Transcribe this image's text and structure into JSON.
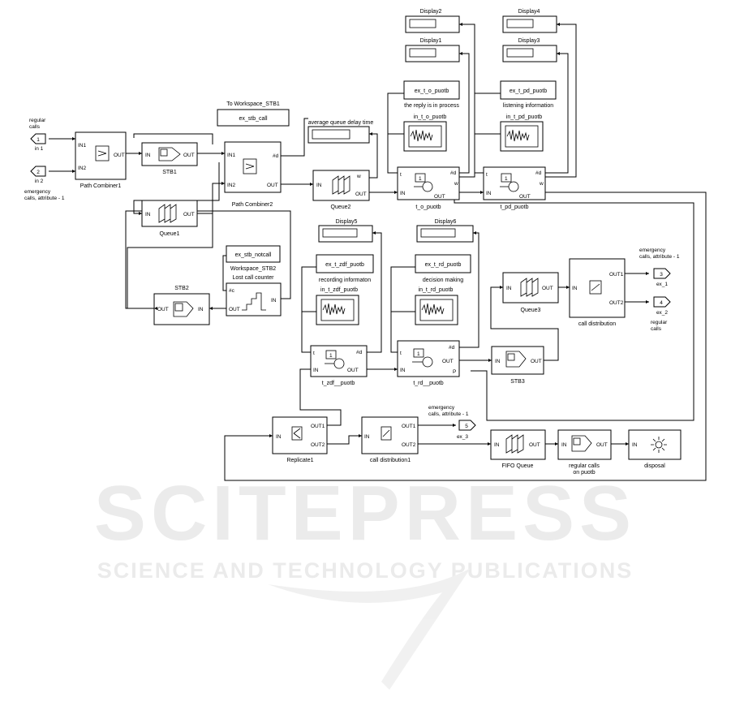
{
  "watermark": {
    "big": "SCITEPRESS",
    "small": "SCIENCE AND TECHNOLOGY PUBLICATIONS"
  },
  "annotations": {
    "regular_calls": [
      "regular",
      "calls"
    ],
    "emergency_calls_in": [
      "emergency",
      "calls, attribute - 1"
    ],
    "emergency_calls_out1": [
      "emergency",
      "calls, attribute - 1"
    ],
    "regular_calls_out2": [
      "regular",
      "calls"
    ],
    "emergency_calls_out3": [
      "emergency",
      "calls, attribute - 1"
    ]
  },
  "inports": [
    {
      "num": "1",
      "name": "in 1"
    },
    {
      "num": "2",
      "name": "in 2"
    }
  ],
  "outports": [
    {
      "num": "3",
      "name": "ex_1"
    },
    {
      "num": "4",
      "name": "ex_2"
    },
    {
      "num": "5",
      "name": "ex_3"
    }
  ],
  "blocks": {
    "path_combiner1": "Path Combiner1",
    "path_combiner2": "Path Combiner2",
    "stb1": "STB1",
    "stb2": "STB2",
    "stb3": "STB3",
    "queue1": "Queue1",
    "queue2": "Queue2",
    "queue3": "Queue3",
    "fifo_queue": "FIFO Queue",
    "t_o_puotb": "t_o_puotb",
    "t_pd_puotb": "t_pd_puotb",
    "t_zdf_puotb": "t_zdf__puotb",
    "t_rd_puotb": "t_rd__puotb",
    "lost_call_counter": "Lost call counter",
    "replicate1": "Replicate1",
    "call_distribution": "call distribution",
    "call_distribution1": "call distribution1",
    "regular_calls_on_puotb": [
      "regular calls",
      "on puotb"
    ],
    "disposal": "disposal",
    "to_workspace_stb1_title": "To Workspace_STB1",
    "ex_stb_call": "ex_stb_call",
    "ex_stb_notcall": "ex_stb_notcall",
    "workspace_stb2": "Workspace_STB2",
    "ex_t_o_puotb": "ex_t_o_puotb",
    "ex_t_pd_puotb": "ex_t_pd_puotb",
    "ex_t_zdf_puotb": "ex_t_zdf_puotb",
    "ex_t_rd_puotb": "ex_t_rd_puotb",
    "reply_in_process": "the reply is  in process",
    "listening_information": "listening information",
    "recording_information": "recording informaton",
    "decision_making": "decision making",
    "in_t_o_puotb": "in_t_o_puotb",
    "in_t_pd_puotb": "in_t_pd_puotb",
    "in_t_zdf_puotb": "in_t_zdf_puotb",
    "in_t_rd_puotb": "in_t_rd_puotb",
    "average_queue_delay_time": "average queue delay time",
    "display1": "Display1",
    "display2": "Display2",
    "display3": "Display3",
    "display4": "Display4",
    "display5": "Display5",
    "display6": "Display6"
  },
  "ports": {
    "in": "IN",
    "out": "OUT",
    "in1": "IN1",
    "in2": "IN2",
    "out1": "OUT1",
    "out2": "OUT2",
    "d": "#d",
    "w": "w",
    "t": "t",
    "c": "#c",
    "p": "P",
    "one": "1"
  }
}
